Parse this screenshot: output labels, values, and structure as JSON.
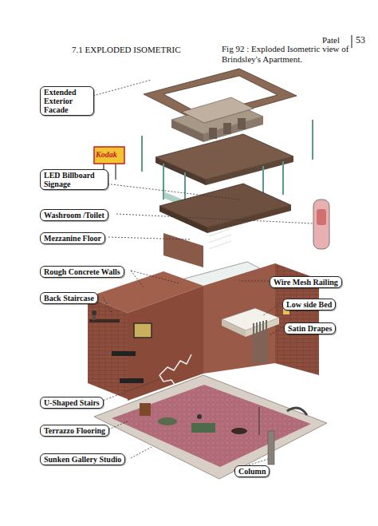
{
  "diagram": {
    "title": "7.1 EXPLODED ISOMETRIC",
    "caption": "Fig 92 : Exploded Isometric view of Brindsley's Apartment.",
    "nodes": [
      {
        "text": [
          "Extended Exterior Facade"
        ]
      },
      {
        "text": [
          "LED Billboard Signage"
        ]
      },
      {
        "text": [
          "Washroom /Toilet"
        ]
      },
      {
        "text": [
          "Mezzanine Floor"
        ]
      },
      {
        "text": [
          "Rough Concrete Walls"
        ]
      },
      {
        "text": [
          "Wire Mesh Railing"
        ]
      },
      {
        "text": [
          "Back Staircase"
        ]
      },
      {
        "text": [
          "Low side Bed"
        ]
      },
      {
        "text": [
          "Satin Drapes"
        ]
      },
      {
        "text": [
          "U-Shaped Stairs"
        ]
      },
      {
        "text": [
          "Terrazzo Flooring"
        ]
      },
      {
        "text": [
          "Sunken Gallery Studio"
        ]
      },
      {
        "text": [
          "Column"
        ]
      }
    ],
    "labels": [
      "Patel",
      "53",
      "Kodak"
    ]
  }
}
